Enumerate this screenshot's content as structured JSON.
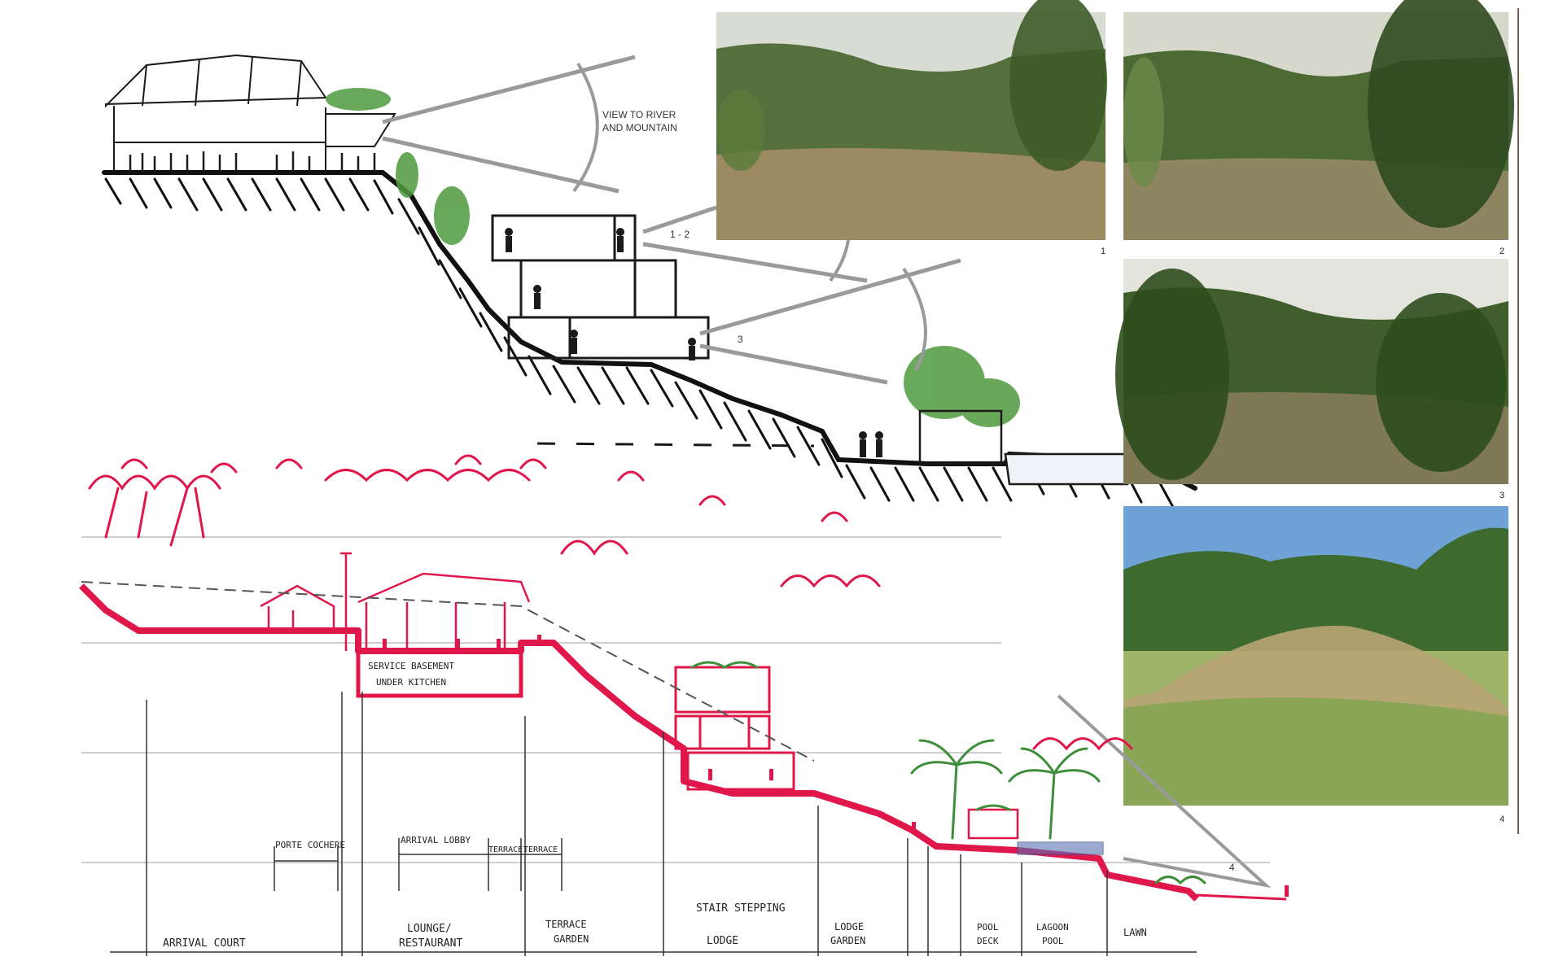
{
  "top_section": {
    "view_note_line1": "VIEW TO RIVER",
    "view_note_line2": "AND MOUNTAIN",
    "markers": [
      "1 - 2",
      "3",
      "4"
    ]
  },
  "photos": [
    {
      "label": "1",
      "sky": "#d8dcd2",
      "hill": "#56703d",
      "ground": "#9c8b62"
    },
    {
      "label": "2",
      "sky": "#d6d8cc",
      "hill": "#4d6a35",
      "ground": "#8e8561"
    },
    {
      "label": "3",
      "sky": "#e3e4dc",
      "hill": "#3f5e2c",
      "ground": "#7f7a55"
    },
    {
      "label": "4",
      "sky": "#6fa3d8",
      "hill": "#3d6a2e",
      "ground": "#8aa556"
    }
  ],
  "bottom_section": {
    "upper_labels": [
      "PORTE COCHERE",
      "ARRIVAL LOBBY",
      "TERRACE",
      "TERRACE",
      "SERVICE BASEMENT",
      "UNDER KITCHEN",
      "STAIR STEPPING"
    ],
    "zones": [
      {
        "line1": "ARRIVAL COURT",
        "line2": ""
      },
      {
        "line1": "LOUNGE/",
        "line2": "RESTAURANT"
      },
      {
        "line1": "TERRACE",
        "line2": "GARDEN"
      },
      {
        "line1": "LODGE",
        "line2": ""
      },
      {
        "line1": "LODGE",
        "line2": "GARDEN"
      },
      {
        "line1": "POOL",
        "line2": "DECK"
      },
      {
        "line1": "LAGOON",
        "line2": "POOL"
      },
      {
        "line1": "LAWN",
        "line2": ""
      }
    ]
  },
  "colors": {
    "ink": "#1a1a1a",
    "red": "#e0174a",
    "green": "#3f8f3a",
    "grey_line": "#9a9a9a",
    "pool_blue": "#5a6fb0"
  }
}
